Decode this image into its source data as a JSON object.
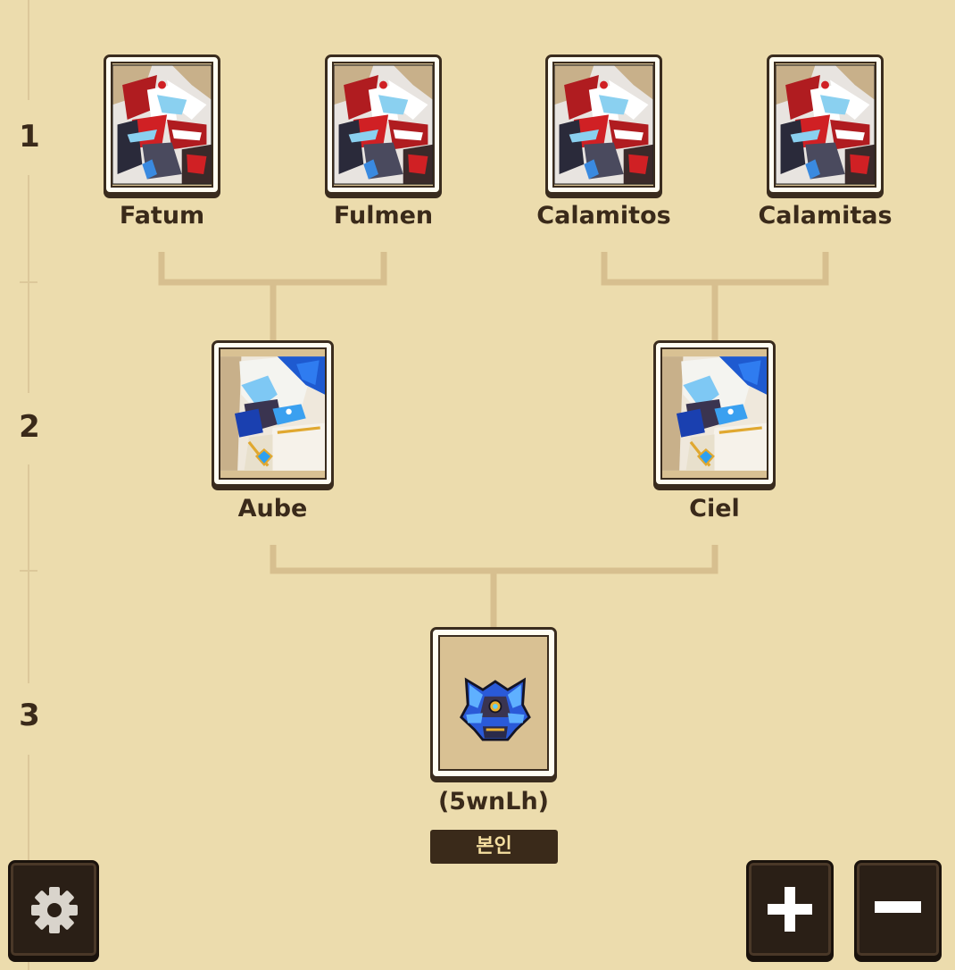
{
  "generation_labels": [
    "1",
    "2",
    "3"
  ],
  "tree": {
    "gen1": [
      {
        "name": "Fatum",
        "portrait": "red-armored-dragon-portrait"
      },
      {
        "name": "Fulmen",
        "portrait": "red-armored-dragon-portrait"
      },
      {
        "name": "Calamitos",
        "portrait": "red-armored-dragon-portrait"
      },
      {
        "name": "Calamitas",
        "portrait": "red-armored-dragon-portrait"
      }
    ],
    "gen2": [
      {
        "name": "Aube",
        "portrait": "blue-white-dragon-portrait"
      },
      {
        "name": "Ciel",
        "portrait": "blue-white-dragon-portrait"
      }
    ],
    "self": {
      "name": "(5wnLh)",
      "portrait": "blue-egg-creature-portrait",
      "badge": "본인"
    }
  },
  "controls": {
    "settings": "gear-icon",
    "zoom_in": "plus-icon",
    "zoom_out": "minus-icon"
  },
  "colors": {
    "background": "#ecdcad",
    "connector": "#d7bf8f",
    "dark": "#3a2a1a",
    "badge_text": "#f5dfa0"
  }
}
